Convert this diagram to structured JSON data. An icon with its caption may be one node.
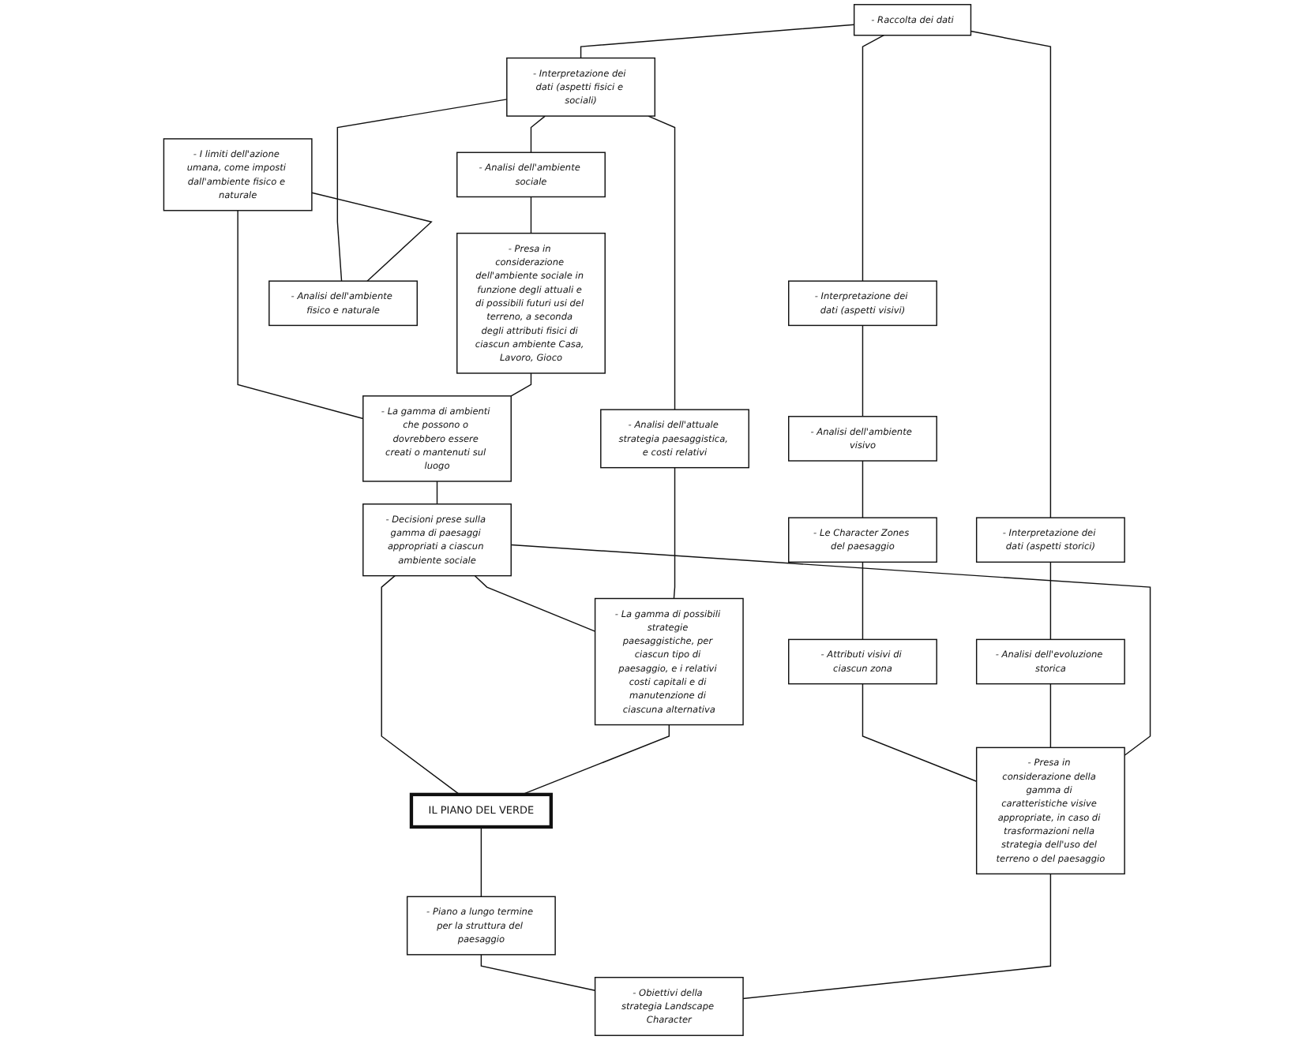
{
  "diagram": {
    "nodes": [
      {
        "text": [
          "- Raccolta dei dati"
        ]
      },
      {
        "text": [
          "- Interpretazione dei dati (aspetti storici)"
        ]
      },
      {
        "text": [
          "- Interpretazione dei dati (aspetti visivi)"
        ]
      },
      {
        "text": [
          "- Interpretazione dei dati (aspetti fisici e sociali)"
        ]
      },
      {
        "text": [
          "- I limiti dell'azione umana, come imposti dall'ambiente fisico e naturale"
        ]
      },
      {
        "text": [
          "- Analisi dell'ambiente visivo"
        ]
      },
      {
        "text": [
          "- Analisi dell'evoluzione storica"
        ]
      },
      {
        "text": [
          "- La gamma di ambienti che possono o dovrebbero essere creati o mantenuti sul luogo"
        ]
      },
      {
        "text": [
          "- Le Character Zones del paesaggio"
        ]
      },
      {
        "text": [
          "- Analisi dell'ambiente fisico e naturale"
        ]
      },
      {
        "text": [
          "- Presa in considerazione dell'ambiente sociale in funzione degli attuali e di possibili futuri usi del terreno, a seconda degli attributi fisici di ciascun ambiente Casa, Lavoro, Gioco"
        ]
      },
      {
        "text": [
          "- Attributi visivi di ciascun zona"
        ]
      },
      {
        "text": [
          "- Analisi dell'ambiente sociale"
        ]
      },
      {
        "text": [
          "- Presa in considerazione della gamma di caratteristiche visive appropriate, in caso di trasformazioni nella strategia dell'uso del terreno o del paesaggio"
        ]
      },
      {
        "text": [
          "- Decisioni prese sulla gamma di paesaggi appropriati a ciascun ambiente sociale"
        ]
      },
      {
        "text": [
          "- La gamma di possibili strategie paesaggistiche, per ciascun tipo di paesaggio, e i relativi costi capitali e di manutenzione di ciascuna alternativa"
        ]
      },
      {
        "text": [
          "IL PIANO DEL VERDE"
        ]
      },
      {
        "text": [
          "- Piano a lungo termine per la struttura del paesaggio"
        ]
      },
      {
        "text": [
          "- Analisi dell'attuale strategia paesaggistica, e costi relativi"
        ]
      },
      {
        "text": [
          "- Obiettivi della strategia Landscape Character"
        ]
      }
    ],
    "edges": [
      {
        "from": 0,
        "to": 1,
        "arrow": "none"
      },
      {
        "from": 0,
        "to": 2,
        "arrow": "none"
      },
      {
        "from": 0,
        "to": 3,
        "arrow": "none"
      },
      {
        "from": 1,
        "to": 6,
        "arrow": "none"
      },
      {
        "from": 2,
        "to": 5,
        "arrow": "none"
      },
      {
        "from": 3,
        "to": 9,
        "arrow": "none"
      },
      {
        "from": 3,
        "to": 12,
        "arrow": "none"
      },
      {
        "from": 3,
        "to": 18,
        "arrow": "none"
      },
      {
        "from": 4,
        "to": 9,
        "arrow": "none"
      },
      {
        "from": 4,
        "to": 7,
        "arrow": "none"
      },
      {
        "from": 5,
        "to": 8,
        "arrow": "none"
      },
      {
        "from": 8,
        "to": 11,
        "arrow": "none"
      },
      {
        "from": 11,
        "to": 13,
        "arrow": "none"
      },
      {
        "from": 6,
        "to": 13,
        "arrow": "none"
      },
      {
        "from": 12,
        "to": 10,
        "arrow": "none"
      },
      {
        "from": 10,
        "to": 7,
        "arrow": "none"
      },
      {
        "from": 7,
        "to": 14,
        "arrow": "none"
      },
      {
        "from": 14,
        "to": 13,
        "arrow": "none"
      },
      {
        "from": 14,
        "to": 15,
        "arrow": "none"
      },
      {
        "from": 14,
        "to": 16,
        "arrow": "none"
      },
      {
        "from": 18,
        "to": 15,
        "arrow": "none"
      },
      {
        "from": 15,
        "to": 16,
        "arrow": "none"
      },
      {
        "from": 16,
        "to": 17,
        "arrow": "none"
      },
      {
        "from": 17,
        "to": 19,
        "arrow": "none"
      },
      {
        "from": 13,
        "to": 19,
        "arrow": "none"
      }
    ]
  }
}
